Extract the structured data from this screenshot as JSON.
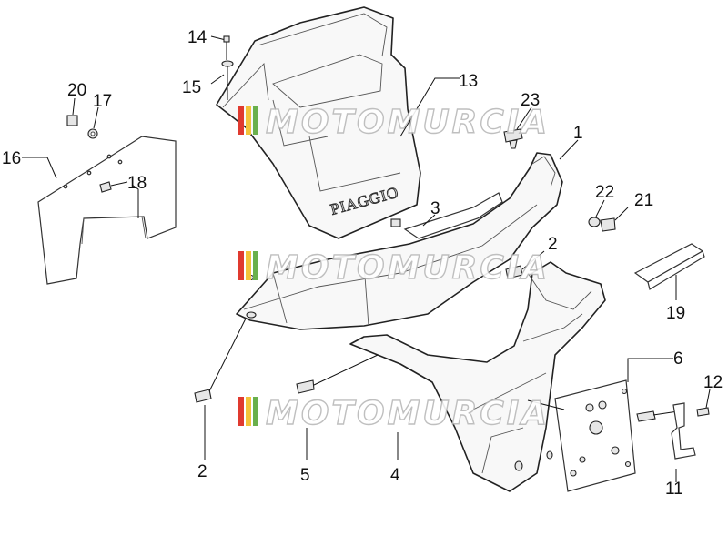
{
  "diagram": {
    "brand_text": "PIAGGIO",
    "watermark_text": "MOTOMURCIA",
    "watermark_colors": [
      "#e03a2f",
      "#f3c43a",
      "#6ab04c"
    ],
    "callouts": [
      {
        "id": "1",
        "label": "1"
      },
      {
        "id": "2a",
        "label": "2"
      },
      {
        "id": "2b",
        "label": "2"
      },
      {
        "id": "3",
        "label": "3"
      },
      {
        "id": "4",
        "label": "4"
      },
      {
        "id": "5",
        "label": "5"
      },
      {
        "id": "6",
        "label": "6"
      },
      {
        "id": "11",
        "label": "11"
      },
      {
        "id": "12",
        "label": "12"
      },
      {
        "id": "13",
        "label": "13"
      },
      {
        "id": "14",
        "label": "14"
      },
      {
        "id": "15",
        "label": "15"
      },
      {
        "id": "16",
        "label": "16"
      },
      {
        "id": "17",
        "label": "17"
      },
      {
        "id": "18",
        "label": "18"
      },
      {
        "id": "19",
        "label": "19"
      },
      {
        "id": "20",
        "label": "20"
      },
      {
        "id": "21",
        "label": "21"
      },
      {
        "id": "22",
        "label": "22"
      },
      {
        "id": "23",
        "label": "23"
      }
    ]
  }
}
